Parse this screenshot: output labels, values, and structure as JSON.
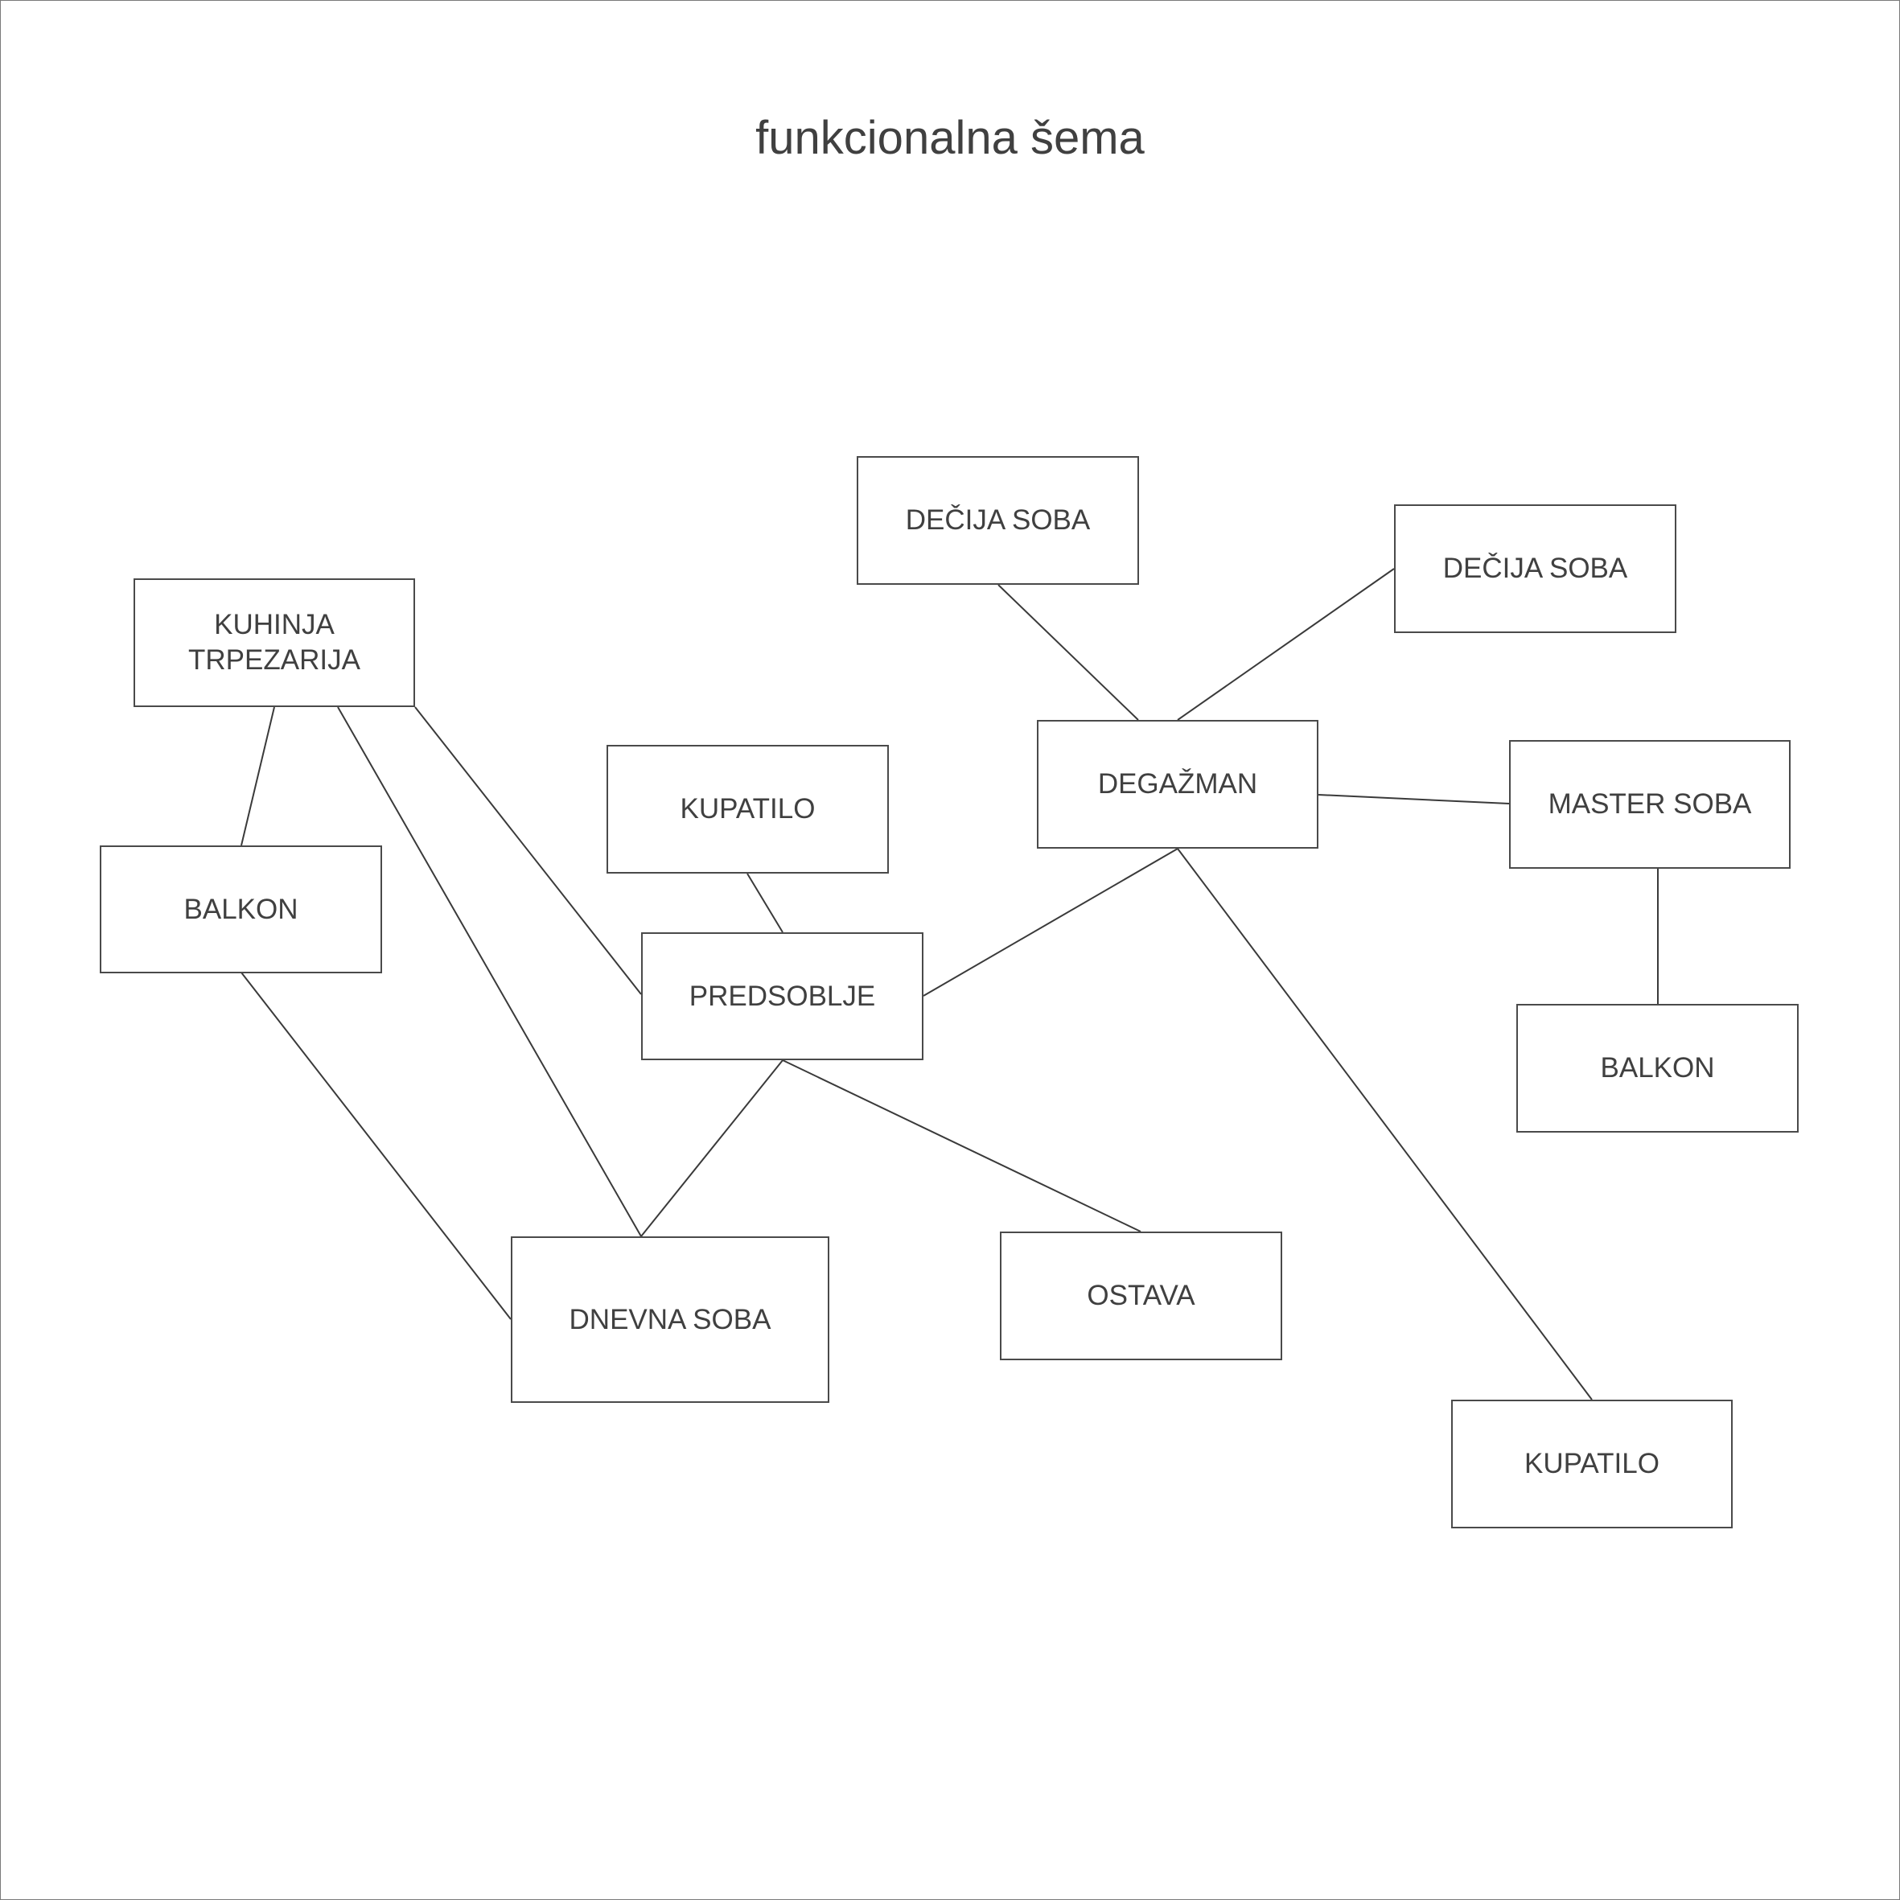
{
  "diagram": {
    "title": "funkcionalna šema",
    "line_color": "#3a3a3a",
    "border_color": "#4a4a4a",
    "text_color": "#404040",
    "rooms": {
      "kuhinja": "KUHINJA\nTRPEZARIJA",
      "balkon_left": "BALKON",
      "kupatilo_center": "KUPATILO",
      "predsoblje": "PREDSOBLJE",
      "decija_soba_1": "DEČIJA SOBA",
      "degazman": "DEGAŽMAN",
      "decija_soba_2": "DEČIJA SOBA",
      "master_soba": "MASTER SOBA",
      "balkon_right": "BALKON",
      "dnevna_soba": "DNEVNA SOBA",
      "ostava": "OSTAVA",
      "kupatilo_right": "KUPATILO"
    }
  }
}
